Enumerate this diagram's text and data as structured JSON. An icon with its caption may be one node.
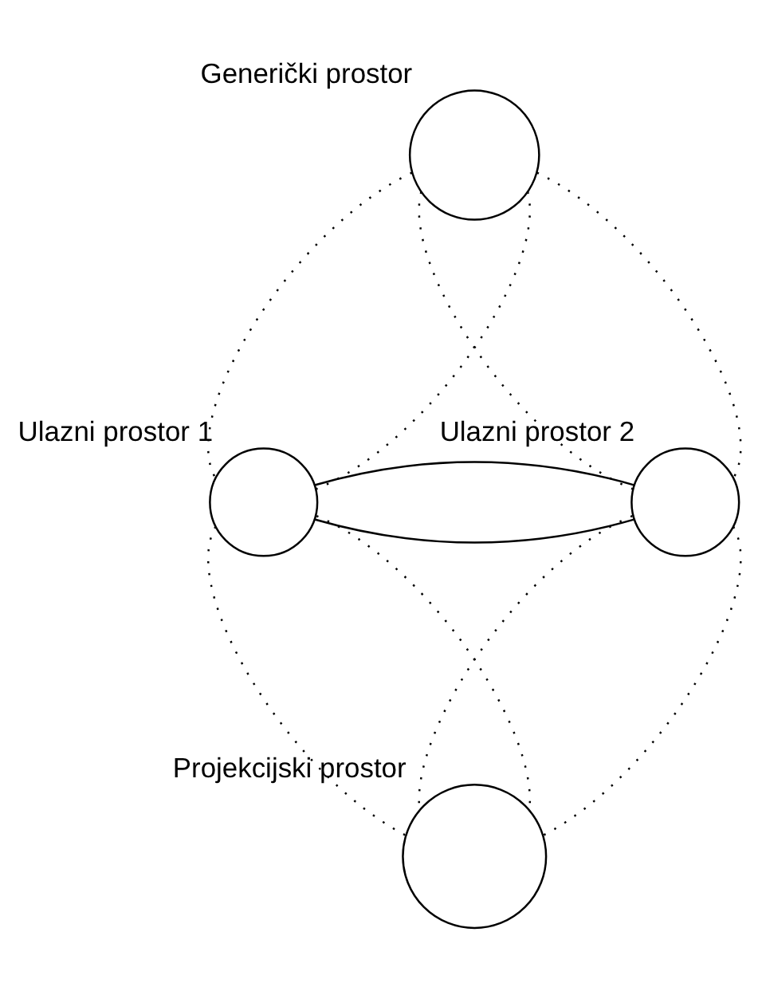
{
  "diagram": {
    "nodes": [
      {
        "text": [
          "Generički prostor"
        ]
      },
      {
        "text": [
          "Ulazni prostor 1"
        ]
      },
      {
        "text": [
          "Ulazni prostor 2"
        ]
      },
      {
        "text": [
          "Projekcijski prostor"
        ]
      }
    ],
    "edges": [
      {
        "from": 0,
        "to": 1,
        "arrow": "none",
        "style": "dashed"
      },
      {
        "from": 0,
        "to": 1,
        "arrow": "none",
        "style": "dashed"
      },
      {
        "from": 0,
        "to": 2,
        "arrow": "none",
        "style": "dashed"
      },
      {
        "from": 0,
        "to": 2,
        "arrow": "none",
        "style": "dashed"
      },
      {
        "from": 1,
        "to": 2,
        "arrow": "none"
      },
      {
        "from": 1,
        "to": 2,
        "arrow": "none"
      },
      {
        "from": 1,
        "to": 3,
        "arrow": "none",
        "style": "dashed"
      },
      {
        "from": 1,
        "to": 3,
        "arrow": "none",
        "style": "dashed"
      },
      {
        "from": 2,
        "to": 3,
        "arrow": "none",
        "style": "dashed"
      },
      {
        "from": 2,
        "to": 3,
        "arrow": "none",
        "style": "dashed"
      }
    ]
  }
}
